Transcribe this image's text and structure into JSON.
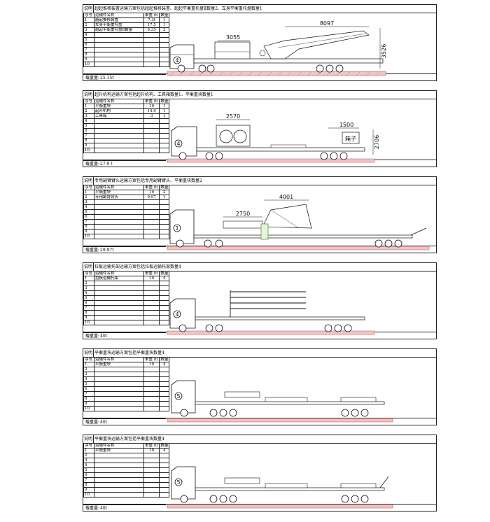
{
  "labels": {
    "plan": "说明",
    "seq": "序号",
    "item": "运输件名称",
    "weight": "单重 (t)",
    "qty": "数量",
    "total": "载重量:"
  },
  "panels": [
    {
      "title": "超起推移装置运输方案包括超起推移装置、超起平衡重托盘Ⅱ数量2、车身平衡重托盘数量1",
      "rows": [
        {
          "n": "1",
          "name": "超起推移装置",
          "w": "7.3t",
          "q": "1"
        },
        {
          "n": "2",
          "name": "车身平衡重托盘",
          "w": "17.5",
          "q": "1"
        },
        {
          "n": "3",
          "name": "超起平衡重托盘Ⅱ数量",
          "w": "0.35",
          "q": "2"
        },
        {
          "n": "4",
          "name": "",
          "w": "",
          "q": ""
        },
        {
          "n": "5",
          "name": "",
          "w": "",
          "q": ""
        },
        {
          "n": "6",
          "name": "",
          "w": "",
          "q": ""
        },
        {
          "n": "7",
          "name": "",
          "w": "",
          "q": ""
        },
        {
          "n": "8",
          "name": "",
          "w": "",
          "q": ""
        },
        {
          "n": "9",
          "name": "",
          "w": "",
          "q": ""
        },
        {
          "n": "10",
          "name": "",
          "w": "",
          "q": ""
        }
      ],
      "total": "25.15t",
      "truck_no": "4",
      "dims": [
        "8097",
        "3055",
        "3526"
      ]
    },
    {
      "title": "起升机构运输方案包括起升机构、工具箱数量1、平衡重块数量1",
      "rows": [
        {
          "n": "1",
          "name": "平衡重块",
          "w": "10",
          "q": "1"
        },
        {
          "n": "2",
          "name": "起升机构",
          "w": "14.9",
          "q": "1"
        },
        {
          "n": "3",
          "name": "工具箱",
          "w": "3",
          "q": "1"
        },
        {
          "n": "4",
          "name": "",
          "w": "",
          "q": ""
        },
        {
          "n": "5",
          "name": "",
          "w": "",
          "q": ""
        },
        {
          "n": "6",
          "name": "",
          "w": "",
          "q": ""
        },
        {
          "n": "7",
          "name": "",
          "w": "",
          "q": ""
        },
        {
          "n": "8",
          "name": "",
          "w": "",
          "q": ""
        },
        {
          "n": "9",
          "name": "",
          "w": "",
          "q": ""
        },
        {
          "n": "10",
          "name": "",
          "w": "",
          "q": ""
        }
      ],
      "total": "27.9 t",
      "truck_no": "4",
      "dims": [
        "2570",
        "1500",
        "2706"
      ],
      "box_label": "箱子"
    },
    {
      "title": "专用副臂臂头运输方案包括专用副臂臂头、平衡重块数量2",
      "rows": [
        {
          "n": "1",
          "name": "平衡重块",
          "w": "10",
          "q": "2"
        },
        {
          "n": "2",
          "name": "专用副臂臂头",
          "w": "9.97",
          "q": "1"
        },
        {
          "n": "3",
          "name": "",
          "w": "",
          "q": ""
        },
        {
          "n": "4",
          "name": "",
          "w": "",
          "q": ""
        },
        {
          "n": "5",
          "name": "",
          "w": "",
          "q": ""
        },
        {
          "n": "6",
          "name": "",
          "w": "",
          "q": ""
        },
        {
          "n": "7",
          "name": "",
          "w": "",
          "q": ""
        },
        {
          "n": "8",
          "name": "",
          "w": "",
          "q": ""
        },
        {
          "n": "9",
          "name": "",
          "w": "",
          "q": ""
        },
        {
          "n": "10",
          "name": "",
          "w": "",
          "q": ""
        }
      ],
      "total": "29.97t",
      "truck_no": "1",
      "dims": [
        "4001",
        "2750"
      ]
    },
    {
      "title": "拉板运输托架运输方案包括拉板运输托架数量4",
      "rows": [
        {
          "n": "1",
          "name": "拉板运输托架",
          "w": "10",
          "q": "4"
        },
        {
          "n": "2",
          "name": "",
          "w": "",
          "q": ""
        },
        {
          "n": "3",
          "name": "",
          "w": "",
          "q": ""
        },
        {
          "n": "4",
          "name": "",
          "w": "",
          "q": ""
        },
        {
          "n": "5",
          "name": "",
          "w": "",
          "q": ""
        },
        {
          "n": "6",
          "name": "",
          "w": "",
          "q": ""
        },
        {
          "n": "7",
          "name": "",
          "w": "",
          "q": ""
        },
        {
          "n": "8",
          "name": "",
          "w": "",
          "q": ""
        },
        {
          "n": "9",
          "name": "",
          "w": "",
          "q": ""
        },
        {
          "n": "10",
          "name": "",
          "w": "",
          "q": ""
        }
      ],
      "total": "40t",
      "truck_no": "4"
    },
    {
      "title": "平衡重块运输方案包括平衡重块数量4",
      "rows": [
        {
          "n": "1",
          "name": "平衡重块",
          "w": "10",
          "q": "4"
        },
        {
          "n": "2",
          "name": "",
          "w": "",
          "q": ""
        },
        {
          "n": "3",
          "name": "",
          "w": "",
          "q": ""
        },
        {
          "n": "4",
          "name": "",
          "w": "",
          "q": ""
        },
        {
          "n": "5",
          "name": "",
          "w": "",
          "q": ""
        },
        {
          "n": "6",
          "name": "",
          "w": "",
          "q": ""
        },
        {
          "n": "7",
          "name": "",
          "w": "",
          "q": ""
        },
        {
          "n": "8",
          "name": "",
          "w": "",
          "q": ""
        },
        {
          "n": "9",
          "name": "",
          "w": "",
          "q": ""
        },
        {
          "n": "10",
          "name": "",
          "w": "",
          "q": ""
        }
      ],
      "total": "40t",
      "truck_no": "5"
    },
    {
      "title": "平衡重块运输方案包括平衡重块数量4",
      "rows": [
        {
          "n": "1",
          "name": "平衡重块",
          "w": "10",
          "q": "4"
        },
        {
          "n": "2",
          "name": "",
          "w": "",
          "q": ""
        },
        {
          "n": "3",
          "name": "",
          "w": "",
          "q": ""
        },
        {
          "n": "4",
          "name": "",
          "w": "",
          "q": ""
        },
        {
          "n": "5",
          "name": "",
          "w": "",
          "q": ""
        },
        {
          "n": "6",
          "name": "",
          "w": "",
          "q": ""
        },
        {
          "n": "7",
          "name": "",
          "w": "",
          "q": ""
        },
        {
          "n": "8",
          "name": "",
          "w": "",
          "q": ""
        },
        {
          "n": "9",
          "name": "",
          "w": "",
          "q": ""
        },
        {
          "n": "10",
          "name": "",
          "w": "",
          "q": ""
        }
      ],
      "total": "40t",
      "truck_no": "5"
    }
  ],
  "colors": {
    "ground": "#f3c3c3",
    "hatch": "#c26a6a",
    "accent": "#5a9a3a"
  }
}
